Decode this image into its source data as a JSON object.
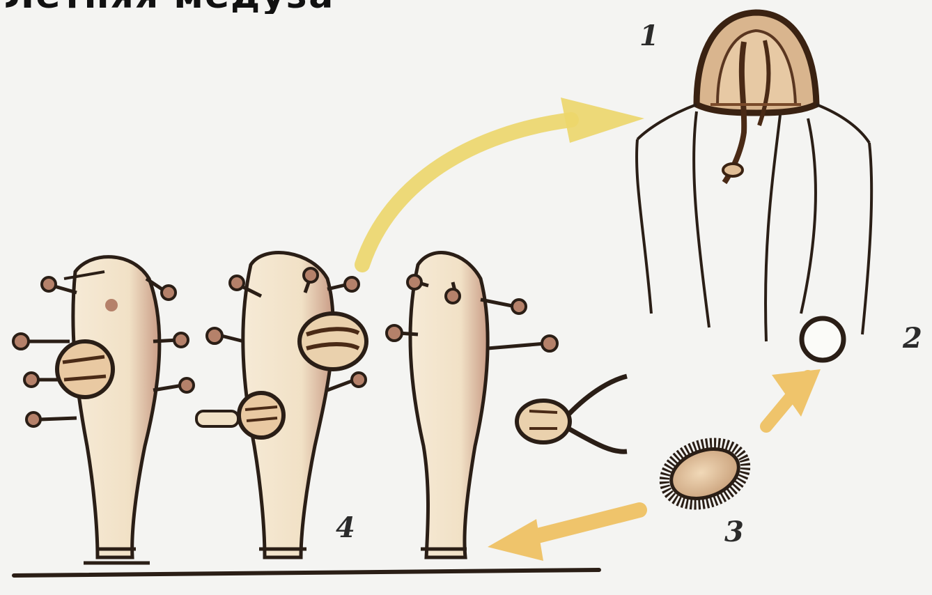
{
  "title_fragment": "Летняя медуза",
  "labels": {
    "stage_1": "1",
    "stage_2": "2",
    "stage_3": "3",
    "stage_4": "4"
  },
  "icons": {
    "medusa": "medusa-icon",
    "egg": "egg-icon",
    "larva": "planula-larva-icon",
    "polyps": "polyp-colony-icon",
    "bud": "medusa-bud-icon",
    "arrows": "cycle-arrow-icon"
  },
  "colors": {
    "background": "#f4f4f2",
    "outline": "#2a1e16",
    "body_fill": "#f3e6cf",
    "body_shade": "#c79a84",
    "arrow_yellow": "#ecd66a",
    "arrow_orange": "#efc46b"
  }
}
